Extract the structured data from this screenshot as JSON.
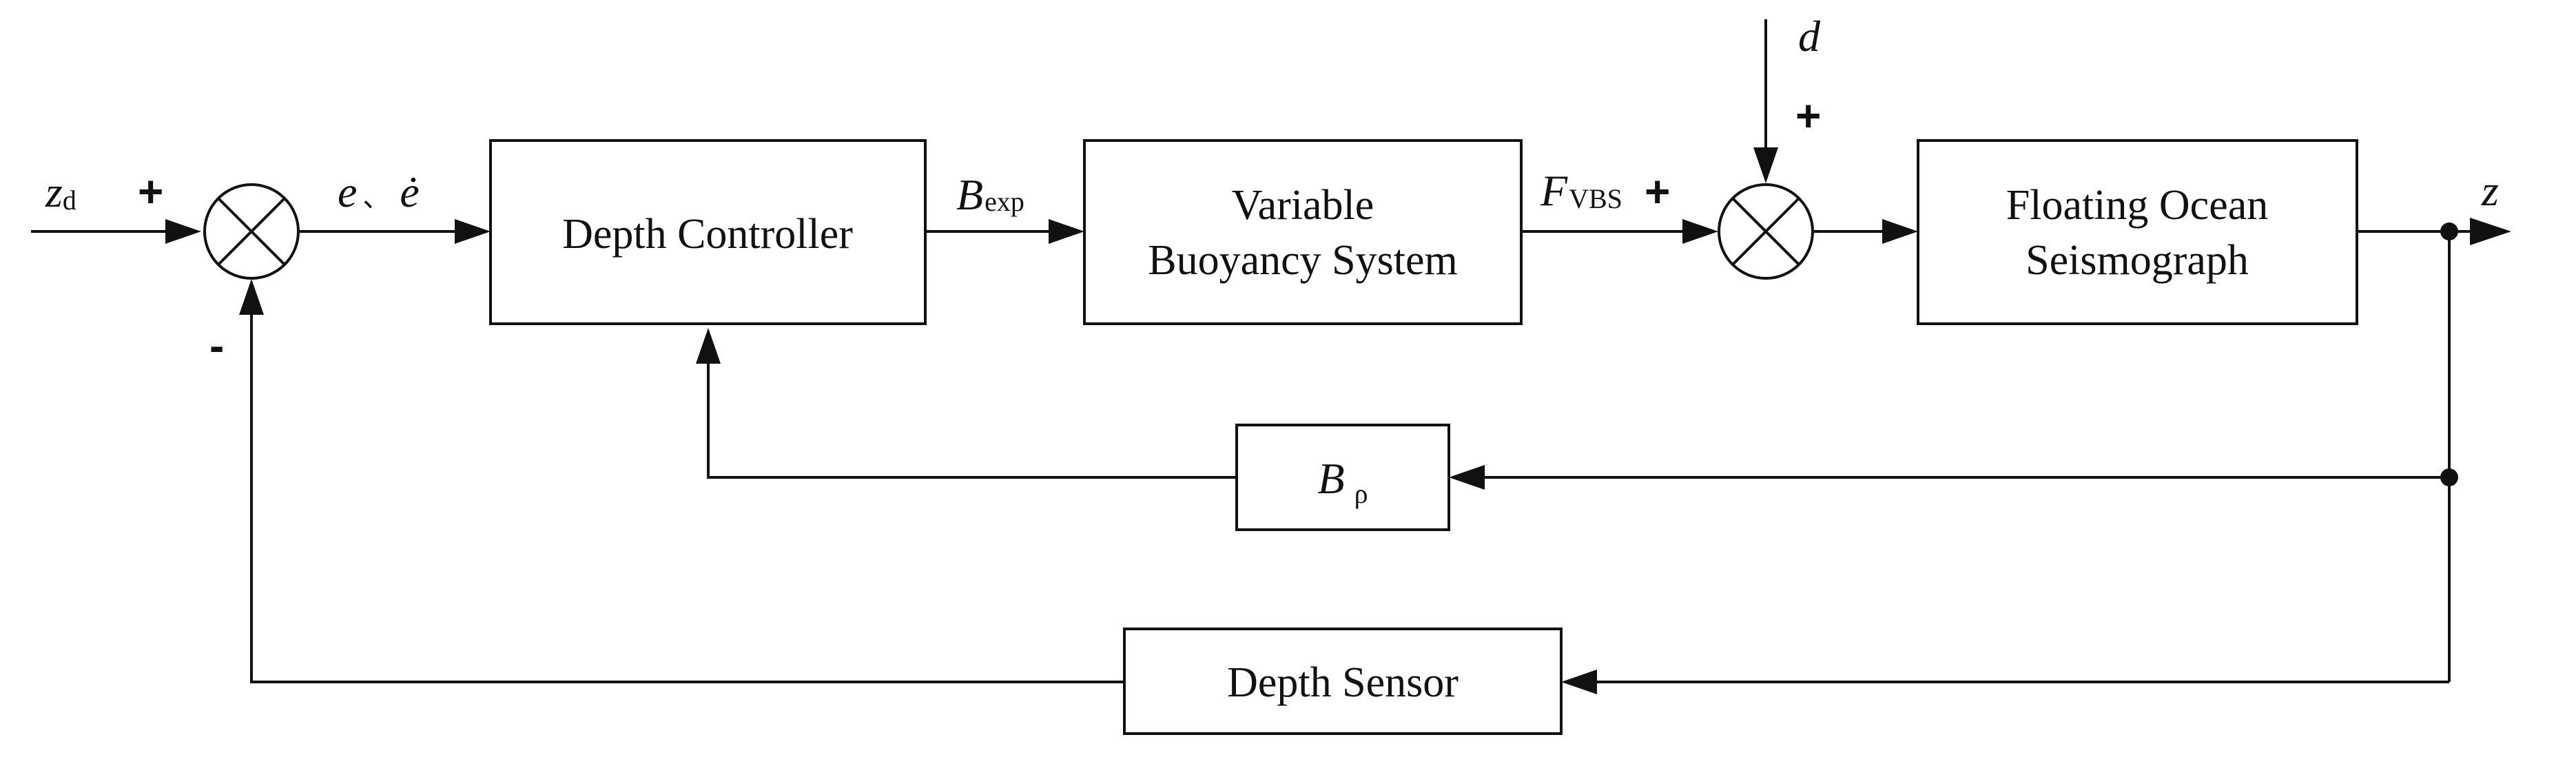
{
  "blocks": {
    "depth_controller": "Depth Controller",
    "variable_buoyancy_line1": "Variable",
    "variable_buoyancy_line2": "Buoyancy System",
    "floating_ocean_line1": "Floating Ocean",
    "floating_ocean_line2": "Seismograph",
    "b_rho_main": "B",
    "b_rho_sub": "ρ",
    "depth_sensor": "Depth Sensor"
  },
  "signals": {
    "zd_main": "z",
    "zd_sub": "d",
    "error_e": "e",
    "error_sep": "、",
    "error_edot": "ė",
    "bexp_main": "B",
    "bexp_sub": "exp",
    "fvbs_main": "F",
    "fvbs_sub": "VBS",
    "disturbance": "d",
    "output": "z"
  },
  "signs": {
    "sum1_top": "+",
    "sum1_bottom": "-",
    "sum2_left": "+",
    "sum2_top": "+"
  }
}
